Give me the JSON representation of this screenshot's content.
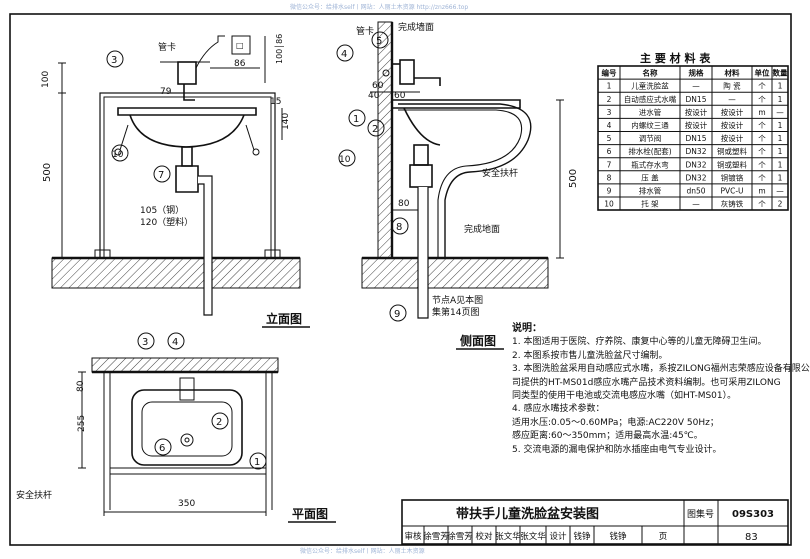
{
  "watermarks": {
    "top": "微信公众号：给排水self丨网站：人丽土木资源 http://znz666.top",
    "bottom": "微信公众号：给排水self丨网站：人丽土木资源"
  },
  "labels": {
    "tube_clip_left": "管卡",
    "tube_clip_side": "管卡",
    "finished_wall": "完成墙面",
    "finished_floor": "完成地面",
    "safety_handrail_side": "安全扶杆",
    "safety_handrail_plan": "安全扶杆",
    "node_ref_a": "节点A见本图",
    "node_ref_b": "集第14页图"
  },
  "view_titles": {
    "elevation": "立面图",
    "side": "侧面图",
    "plan": "平面图"
  },
  "dims": {
    "d100_top": "100",
    "d86": "86",
    "d10086_v": "100│86",
    "d79": "79",
    "d15": "15",
    "d140": "140",
    "d500_left": "500",
    "d105": "105（钢）",
    "d120": "120（塑料）",
    "d60": "60",
    "d40": "40",
    "d60b": "60",
    "d500_side": "500",
    "d80_side": "80",
    "d80_plan": "80",
    "d255": "255",
    "d350": "350"
  },
  "callouts": [
    "1",
    "2",
    "3",
    "4",
    "5",
    "6",
    "7",
    "8",
    "9",
    "10"
  ],
  "materials": {
    "title": "主 要 材 料 表",
    "headers": [
      "编号",
      "名称",
      "规格",
      "材料",
      "单位",
      "数量"
    ],
    "rows": [
      [
        "1",
        "儿童洗脸盆",
        "—",
        "陶 瓷",
        "个",
        "1"
      ],
      [
        "2",
        "自动感应式水嘴",
        "DN15",
        "—",
        "个",
        "1"
      ],
      [
        "3",
        "进水管",
        "按设计",
        "按设计",
        "m",
        "—"
      ],
      [
        "4",
        "内螺纹三通",
        "按设计",
        "按设计",
        "个",
        "1"
      ],
      [
        "5",
        "调节阀",
        "DN15",
        "按设计",
        "个",
        "1"
      ],
      [
        "6",
        "排水栓(配套)",
        "DN32",
        "铜或塑料",
        "个",
        "1"
      ],
      [
        "7",
        "瓶式存水弯",
        "DN32",
        "铜或塑料",
        "个",
        "1"
      ],
      [
        "8",
        "压 盖",
        "DN32",
        "铜镀铬",
        "个",
        "1"
      ],
      [
        "9",
        "排水管",
        "dn50",
        "PVC-U",
        "m",
        "—"
      ],
      [
        "10",
        "托 架",
        "—",
        "灰铸铁",
        "个",
        "2"
      ]
    ]
  },
  "notes": {
    "title": "说明：",
    "lines": [
      "1. 本图适用于医院、疗养院、康复中心等的儿童无障碍卫生间。",
      "2. 本图系按市售儿童洗脸盆尺寸编制。",
      "3. 本图洗脸盆采用自动感应式水嘴，系按ZILONG福州志荣感应设备有限公",
      "   司提供的HT-MS01d感应水嘴产品技术资料编制。也可采用ZILONG",
      "   同类型的使用干电池或交流电感应水嘴（如HT-MS01）。",
      "4. 感应水嘴技术参数：",
      "   适用水压:0.05～0.60MPa；电源:AC220V    50Hz；",
      "   感应距离:60～350mm；适用最高水温:45℃。",
      "5. 交流电源的漏电保护和防水插座由电气专业设计。"
    ]
  },
  "title_block": {
    "title": "带扶手儿童洗脸盆安装图",
    "atlas_label": "图集号",
    "atlas_no": "09S303",
    "row2": [
      "审核",
      "徐雪芳",
      "徐雪芳",
      "校对",
      "张文华",
      "张文华",
      "设计",
      "钱铮",
      "钱铮",
      "页"
    ],
    "page_no": "83"
  }
}
